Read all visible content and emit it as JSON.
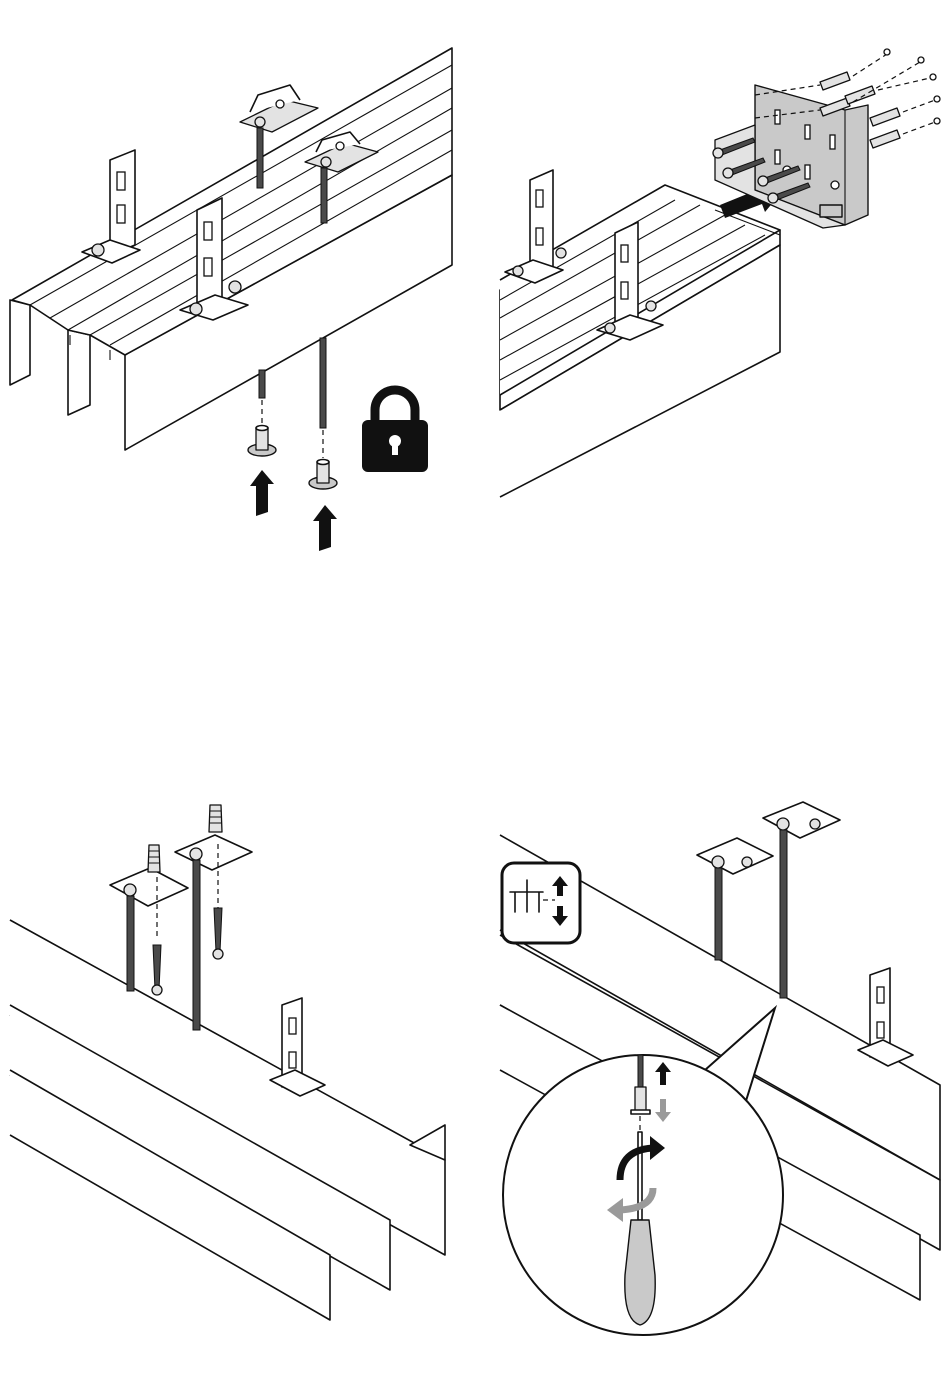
{
  "steps": [
    {
      "id": "step-1",
      "icons": [
        "padlock-icon",
        "arrow-up-icon"
      ]
    },
    {
      "id": "step-2",
      "icons": [
        "arrow-right-icon",
        "screw-icon",
        "wall-plug-icon"
      ]
    },
    {
      "id": "step-3",
      "icons": [
        "wall-plug-icon",
        "screw-icon"
      ]
    },
    {
      "id": "step-4",
      "icons": [
        "height-adjust-icon",
        "screwdriver-icon",
        "rotate-arrow-icon",
        "arrow-up-icon",
        "arrow-down-icon"
      ]
    }
  ],
  "colors": {
    "line": "#111111",
    "fill": "#ffffff",
    "shade": "#c9c9c9",
    "accent": "#111111"
  }
}
